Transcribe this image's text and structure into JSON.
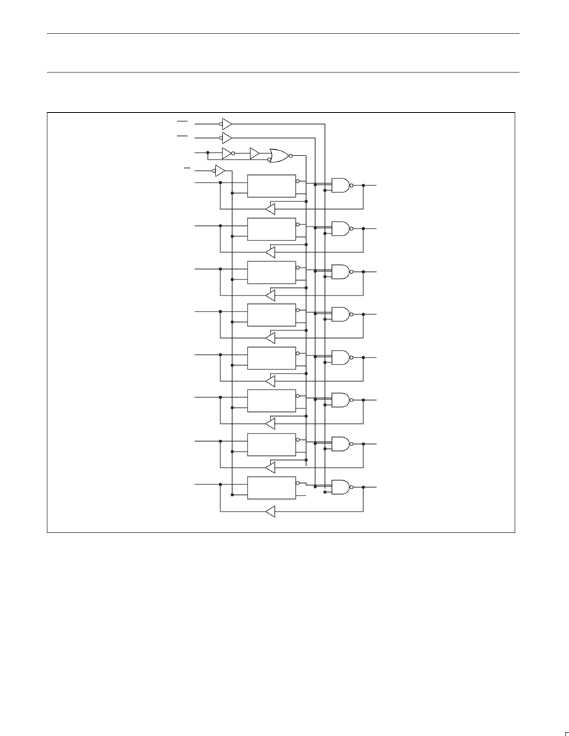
{
  "page": {
    "header_rules": 2,
    "colors": {
      "line": "#222222",
      "frame": "#222222",
      "background": "#ffffff"
    }
  },
  "diagram": {
    "type": "logic-diagram",
    "control_inputs": [
      {
        "id": "ctrl-1",
        "kind": "inverting-buffer",
        "overbar": true
      },
      {
        "id": "ctrl-2",
        "kind": "inverting-buffer",
        "overbar": true
      },
      {
        "id": "ctrl-3",
        "kind": "inverter-buffer-nor",
        "overbar": false
      },
      {
        "id": "ctrl-4",
        "kind": "inverting-buffer",
        "overbar": true
      }
    ],
    "channels": [
      {
        "index": 1,
        "latch": "flip-flop",
        "gate": "and-nand",
        "feedback": "buffer"
      },
      {
        "index": 2,
        "latch": "flip-flop",
        "gate": "and-nand",
        "feedback": "buffer"
      },
      {
        "index": 3,
        "latch": "flip-flop",
        "gate": "and-nand",
        "feedback": "buffer"
      },
      {
        "index": 4,
        "latch": "flip-flop",
        "gate": "and-nand",
        "feedback": "buffer"
      },
      {
        "index": 5,
        "latch": "flip-flop",
        "gate": "and-nand",
        "feedback": "buffer"
      },
      {
        "index": 6,
        "latch": "flip-flop",
        "gate": "and-nand",
        "feedback": "buffer"
      },
      {
        "index": 7,
        "latch": "flip-flop",
        "gate": "and-nand",
        "feedback": "buffer"
      },
      {
        "index": 8,
        "latch": "flip-flop",
        "gate": "and-nand",
        "feedback": "buffer"
      }
    ]
  }
}
